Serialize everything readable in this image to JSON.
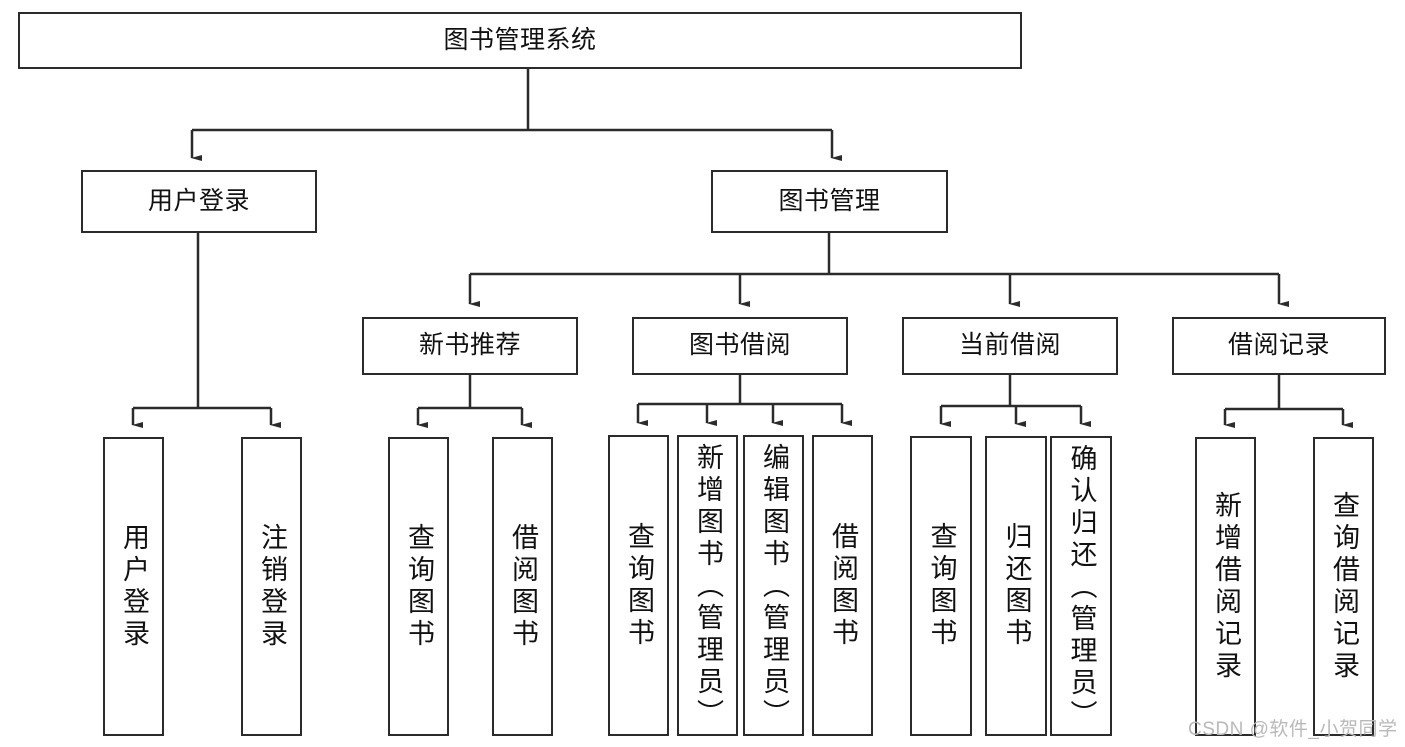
{
  "diagram": {
    "type": "tree-hierarchy",
    "title": "图书管理系统",
    "orientation": "top-down",
    "edge_style": "orthogonal-arrow",
    "colors": {
      "box_border": "#2b2b2b",
      "box_fill": "#ffffff",
      "connector": "#2b2b2b",
      "text": "#111111",
      "watermark": "#b9b9b9",
      "background": "#ffffff"
    },
    "levels": {
      "level0": [
        "图书管理系统"
      ],
      "level1": [
        "用户登录",
        "图书管理"
      ],
      "level2": [
        "新书推荐",
        "图书借阅",
        "当前借阅",
        "借阅记录"
      ],
      "level3": [
        "用户登录",
        "注销登录",
        "查询图书",
        "借阅图书",
        "查询图书",
        "新增图书（管理员）",
        "编辑图书（管理员）",
        "借阅图书",
        "查询图书",
        "归还图书",
        "确认归还（管理员）",
        "新增借阅记录",
        "查询借阅记录"
      ]
    }
  },
  "nodes": {
    "root": {
      "label": "图书管理系统"
    },
    "level1": [
      {
        "label": "用户登录"
      },
      {
        "label": "图书管理"
      }
    ],
    "level2": [
      {
        "label": "新书推荐"
      },
      {
        "label": "图书借阅"
      },
      {
        "label": "当前借阅"
      },
      {
        "label": "借阅记录"
      }
    ],
    "user_login_leaves": [
      {
        "label": "用户登录"
      },
      {
        "label": "注销登录"
      }
    ],
    "new_book_leaves": [
      {
        "label": "查询图书"
      },
      {
        "label": "借阅图书"
      }
    ],
    "borrow_leaves": [
      {
        "label": "查询图书"
      },
      {
        "label": "新增图书（管理员）"
      },
      {
        "label": "编辑图书（管理员）"
      },
      {
        "label": "借阅图书"
      }
    ],
    "current_borrow_leaves": [
      {
        "label": "查询图书"
      },
      {
        "label": "归还图书"
      },
      {
        "label": "确认归还（管理员）"
      }
    ],
    "record_leaves": [
      {
        "label": "新增借阅记录"
      },
      {
        "label": "查询借阅记录"
      }
    ]
  },
  "watermark": {
    "text": "CSDN @软件_小贺同学"
  }
}
